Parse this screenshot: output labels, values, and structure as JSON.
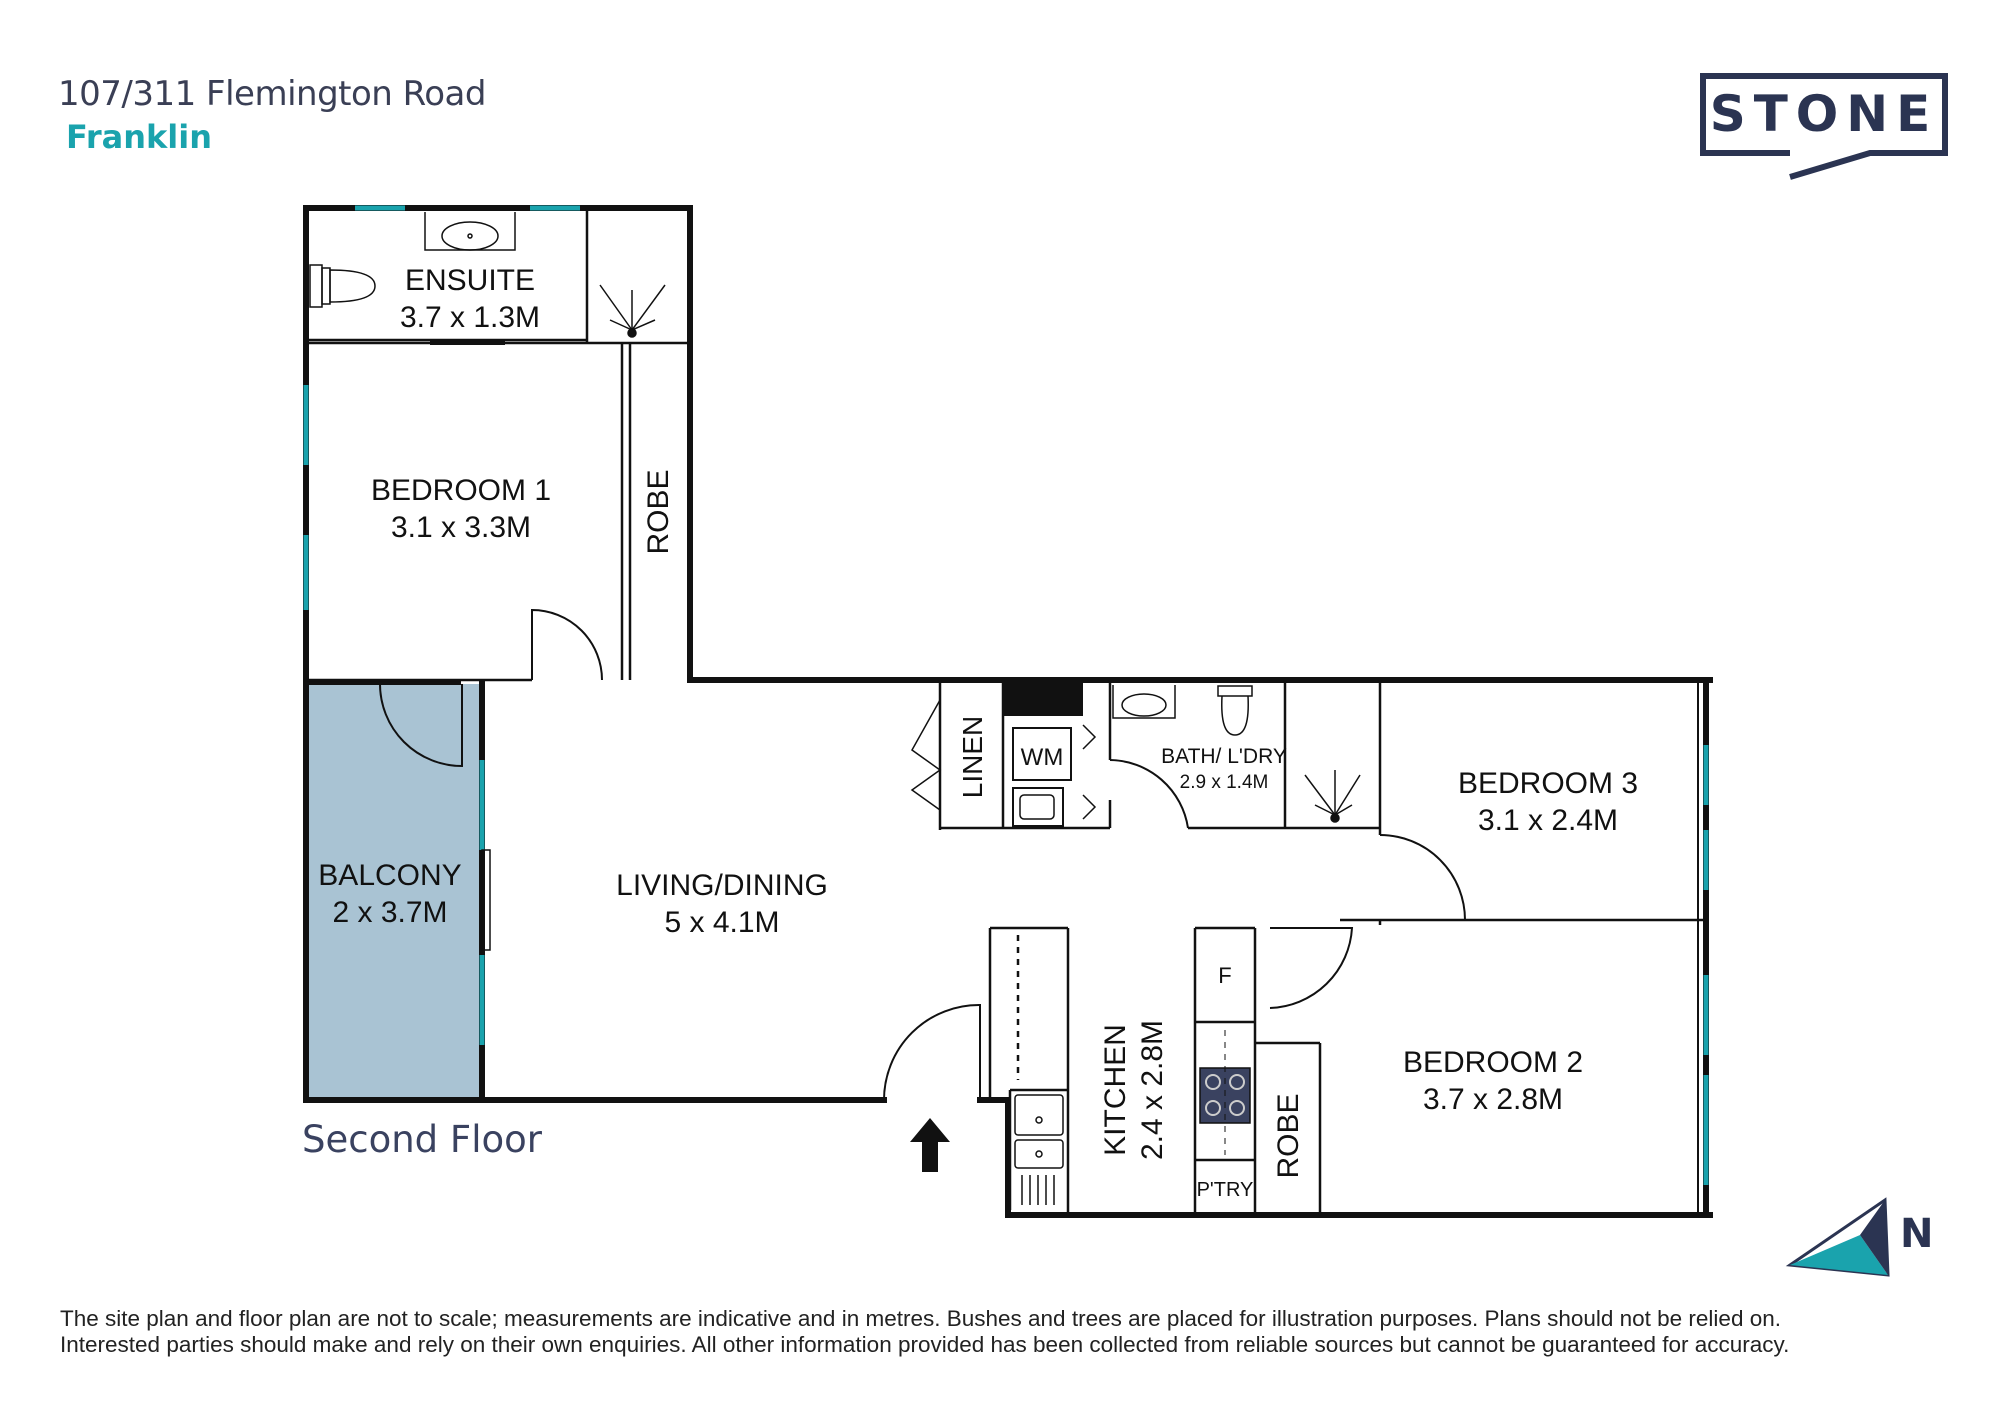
{
  "header": {
    "address": "107/311 Flemington Road",
    "suburb": "Franklin"
  },
  "logo": {
    "text": "STONE"
  },
  "compass": {
    "label": "N"
  },
  "floor_label": "Second Floor",
  "rooms": {
    "ensuite": {
      "name": "ENSUITE",
      "size": "3.7 x 1.3M"
    },
    "bedroom1": {
      "name": "BEDROOM 1",
      "size": "3.1 x 3.3M"
    },
    "robe1": {
      "name": "ROBE"
    },
    "balcony": {
      "name": "BALCONY",
      "size": "2 x 3.7M"
    },
    "living": {
      "name": "LIVING/DINING",
      "size": "5 x 4.1M"
    },
    "linen": {
      "name": "LINEN"
    },
    "wm": {
      "name": "WM"
    },
    "bath": {
      "name": "BATH/ L'DRY",
      "size": "2.9 x 1.4M"
    },
    "bedroom3": {
      "name": "BEDROOM 3",
      "size": "3.1 x 2.4M"
    },
    "fridge": {
      "name": "F"
    },
    "kitchen": {
      "name": "KITCHEN",
      "size": "2.4 x 2.8M"
    },
    "pantry": {
      "name": "P'TRY"
    },
    "robe2": {
      "name": "ROBE"
    },
    "bedroom2": {
      "name": "BEDROOM 2",
      "size": "3.7 x 2.8M"
    }
  },
  "disclaimer": {
    "line1": "The site plan and floor plan are not to scale; measurements are indicative and in metres. Bushes and trees are placed for illustration purposes. Plans should not be relied on.",
    "line2": "Interested parties should make and rely on their own enquiries. All other information provided has been collected from reliable sources but cannot be guaranteed for accuracy."
  },
  "colors": {
    "wall": "#111111",
    "window": "#1aa3ad",
    "balcony_fill": "#a9c3d3",
    "brand_navy": "#2b3452",
    "brand_teal": "#1aa3ad"
  }
}
